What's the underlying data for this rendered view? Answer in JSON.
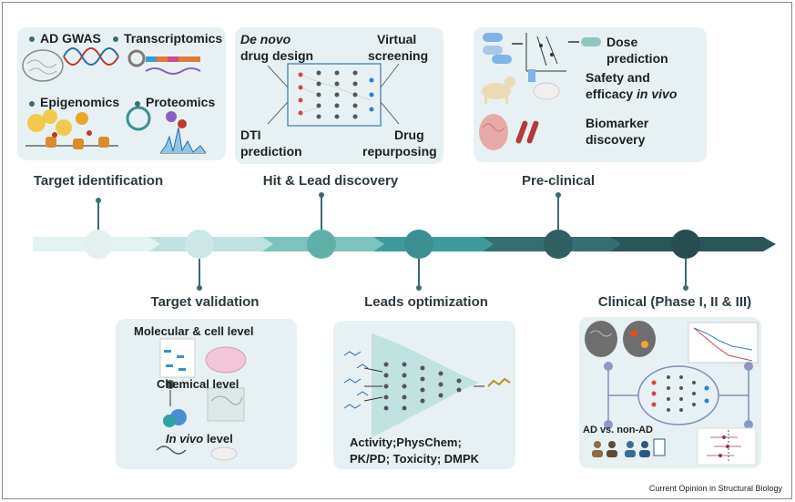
{
  "panels": {
    "target_identification": {
      "ad_gwas": "AD GWAS",
      "transcriptomics": "Transcriptomics",
      "epigenomics": "Epigenomics",
      "proteomics": "Proteomics"
    },
    "hit_lead": {
      "de_novo": "De novo",
      "drug_design": "drug design",
      "virtual": "Virtual",
      "screening": "screening",
      "dti": "DTI",
      "prediction": "prediction",
      "drug": "Drug",
      "repurposing": "repurposing"
    },
    "preclinical": {
      "dose": "Dose",
      "dose_prediction": "prediction",
      "safety": "Safety and",
      "efficacy": "efficacy",
      "in_vivo": "in vivo",
      "biomarker": "Biomarker",
      "discovery": "discovery"
    },
    "target_validation": {
      "molecular": "Molecular & cell level",
      "chemical": "Chemical level",
      "in_vivo": "In vivo",
      "level": "level"
    },
    "leads_optimization": {
      "line1": "Activity;PhysChem;",
      "line2": "PK/PD; Toxicity; DMPK"
    },
    "clinical": {
      "ad_vs": "AD vs. non-AD"
    }
  },
  "stages": {
    "target_identification": "Target identification",
    "hit_lead": "Hit & Lead discovery",
    "preclinical": "Pre-clinical",
    "target_validation": "Target validation",
    "leads_optimization": "Leads optimization",
    "clinical": "Clinical (Phase I, II & III)"
  },
  "colors": {
    "panel": "#e7f1f3",
    "arrow_light": "#d9ecec",
    "arrow_mid": "#6fb8b4",
    "arrow_dark": "#2f5d60",
    "node_light": "#dff1f0",
    "node_dark": "#2e5a5c",
    "network_node": "#555555",
    "red_node": "#d64545",
    "blue_node": "#2a7fd4"
  },
  "credit": "Current Opinion in Structural Biology"
}
